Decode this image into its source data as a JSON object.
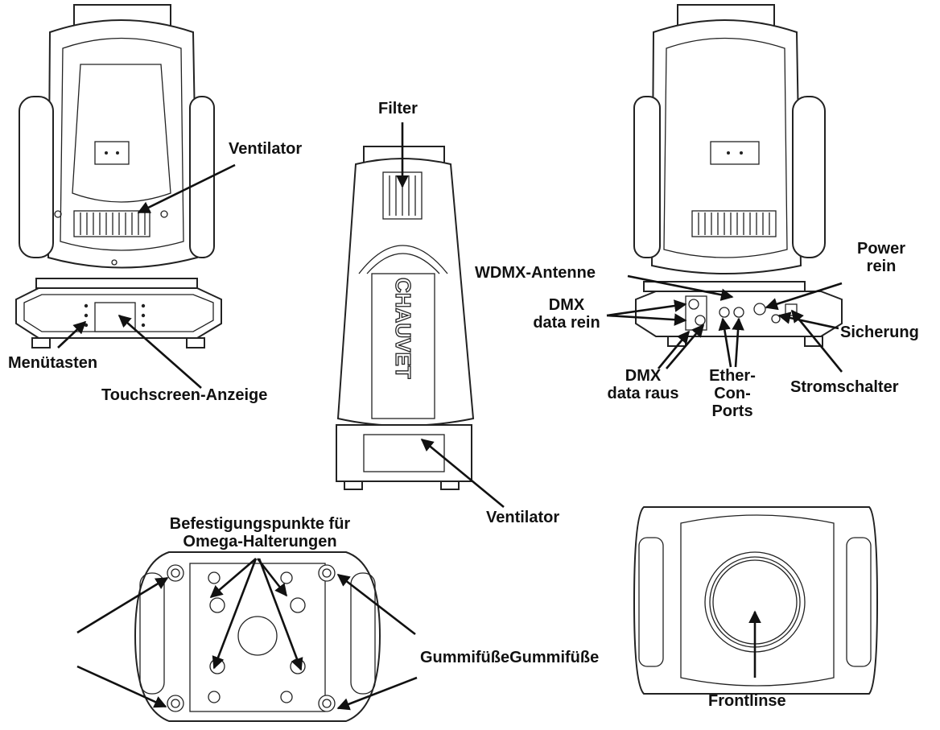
{
  "labels": {
    "ventilator_top": "Ventilator",
    "filter": "Filter",
    "menutasten": "Menütasten",
    "touchscreen": "Touchscreen-Anzeige",
    "ventilator_bottom": "Ventilator",
    "wdmx": "WDMX-Antenne",
    "power_line1": "Power",
    "power_line2": "rein",
    "dmx_in_line1": "DMX",
    "dmx_in_line2": "data rein",
    "sicherung": "Sicherung",
    "dmx_out_line1": "DMX",
    "dmx_out_line2": "data raus",
    "ethercon_line1": "Ether-",
    "ethercon_line2": "Con-",
    "ethercon_line3": "Ports",
    "stromschalter": "Stromschalter",
    "omega_line1": "Befestigungspunkte für",
    "omega_line2": "Omega-Halterungen",
    "gummifuesse": "GummifüßeGummifüße",
    "frontlinse": "Frontlinse",
    "brand": "CHAUVET"
  },
  "colors": {
    "ink": "#111111",
    "background": "#ffffff"
  }
}
